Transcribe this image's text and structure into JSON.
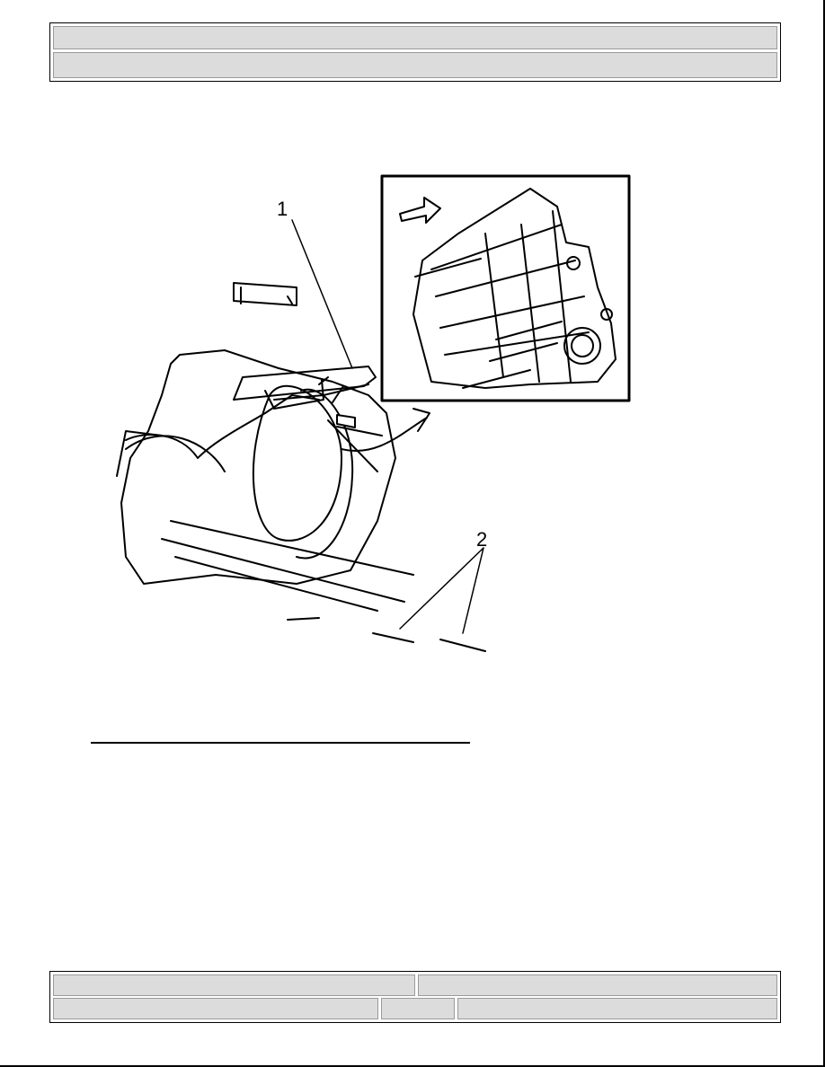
{
  "header": {
    "title": "",
    "subtitle": ""
  },
  "illustration": {
    "callouts": [
      "1",
      "2"
    ],
    "icons": [
      "transmission-housing-drawing",
      "inset-detail-drawing",
      "direction-arrow-icon",
      "curved-arrow-icon",
      "bolt-icon",
      "stud-icon"
    ]
  },
  "footer": {
    "left_top": "",
    "right_top": "",
    "left_bottom": "",
    "middle_bottom": "",
    "right_bottom": ""
  }
}
